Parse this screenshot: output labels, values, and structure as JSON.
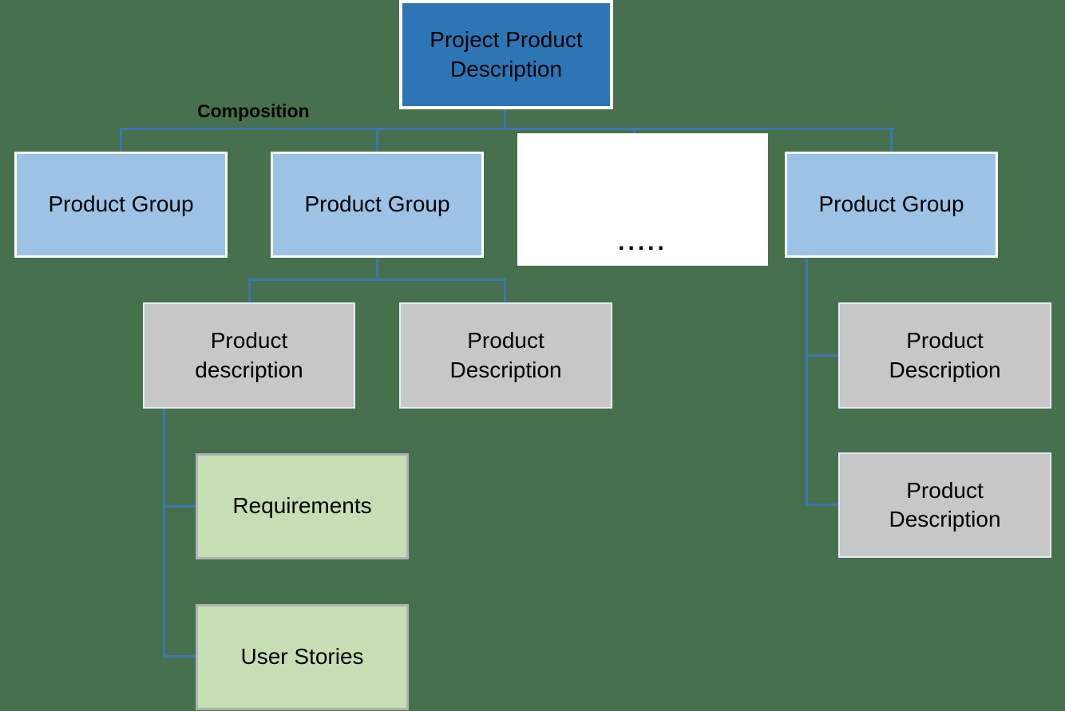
{
  "diagram": {
    "title_hint": "Product breakdown structure",
    "composition_label": "Composition",
    "root": {
      "label": "Project Product Description",
      "fill": "#2E75B6"
    },
    "groups": [
      {
        "label": "Product Group"
      },
      {
        "label": "Product Group"
      },
      {
        "label": "Product Group"
      }
    ],
    "ellipsis": {
      "label": "....."
    },
    "descriptions": {
      "mid_left": "Product description",
      "mid_right": "Product Description",
      "right_top": "Product Description",
      "right_bottom": "Product Description"
    },
    "leaves": {
      "requirements": "Requirements",
      "user_stories": "User Stories"
    },
    "colors": {
      "background": "#47714E",
      "root_fill": "#2E75B6",
      "group_fill": "#9CC2E5",
      "description_fill": "#C7C7C7",
      "leaf_fill": "#C7DEB5",
      "ellipsis_fill": "#FFFFFF",
      "connector": "#4076B0",
      "box_border_white": "#FFFFFF",
      "description_border": "#E6EDF7",
      "leaf_border": "#B1B1B4",
      "text": "#000000"
    }
  }
}
